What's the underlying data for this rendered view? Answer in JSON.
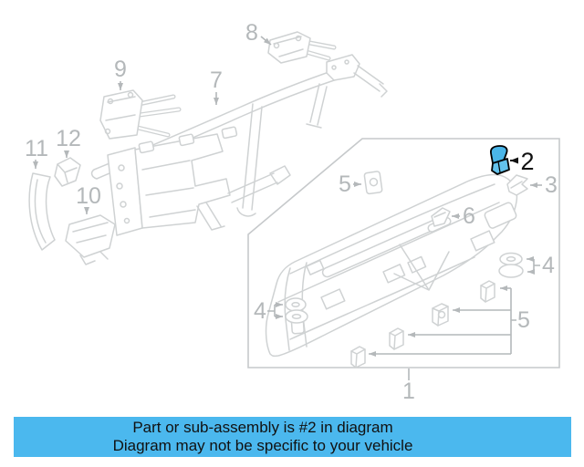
{
  "banner": {
    "line1": "Part or sub-assembly is #2 in diagram",
    "line2": "Diagram may not be specific to your vehicle",
    "bg_color": "#4bb8ee",
    "text_color": "#111111"
  },
  "diagram": {
    "background": "#ffffff",
    "art_color": "#cfd2d3",
    "label_color": "#b4b8ba",
    "box_color": "#c6c9cb",
    "highlight": {
      "part_number": "2",
      "fill": "#4ab5e8",
      "side_fill": "#63c2ec",
      "outline": "#000000"
    },
    "callouts": [
      {
        "label": "1"
      },
      {
        "label": "2",
        "highlighted": true
      },
      {
        "label": "3"
      },
      {
        "label": "4"
      },
      {
        "label": "4"
      },
      {
        "label": "5"
      },
      {
        "label": "5"
      },
      {
        "label": "6"
      },
      {
        "label": "7"
      },
      {
        "label": "8"
      },
      {
        "label": "9"
      },
      {
        "label": "10"
      },
      {
        "label": "11"
      },
      {
        "label": "12"
      }
    ]
  }
}
